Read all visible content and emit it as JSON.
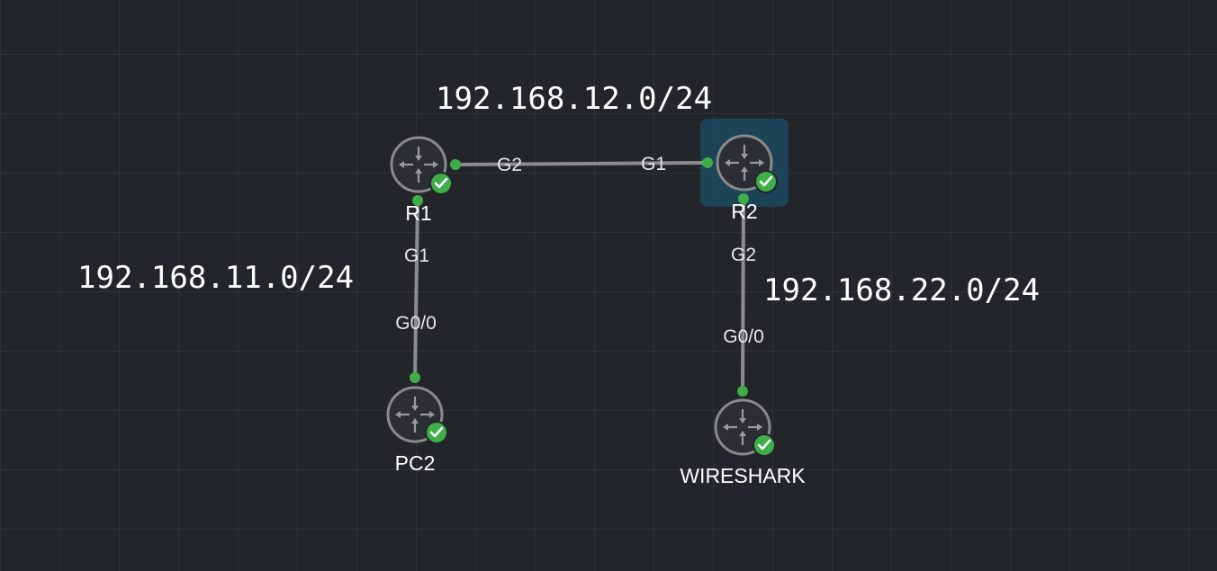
{
  "subnets": [
    {
      "id": "s12",
      "label": "192.168.12.0/24"
    },
    {
      "id": "s11",
      "label": "192.168.11.0/24"
    },
    {
      "id": "s22",
      "label": "192.168.22.0/24"
    }
  ],
  "nodes": [
    {
      "id": "r1",
      "label": "R1",
      "status": "running",
      "selected": false
    },
    {
      "id": "r2",
      "label": "R2",
      "status": "running",
      "selected": true
    },
    {
      "id": "pc2",
      "label": "PC2",
      "status": "running",
      "selected": false
    },
    {
      "id": "wireshark",
      "label": "WIRESHARK",
      "status": "running",
      "selected": false
    }
  ],
  "links": [
    {
      "id": "r1-r2",
      "from_if": "G2",
      "to_if": "G1"
    },
    {
      "id": "r1-pc2",
      "from_if": "G1",
      "to_if": "G0/0"
    },
    {
      "id": "r2-ws",
      "from_if": "G2",
      "to_if": "G0/0"
    }
  ],
  "colors": {
    "background": "#22252a",
    "link": "#8c8c8c",
    "port": "#3fae49",
    "status_ok": "#3fae49",
    "selection": "#1c4a5e",
    "node_ring": "#8a8a8a",
    "node_fill": "#2b2e33"
  },
  "icons": {
    "router": "router-icon",
    "status": "checkmark-icon"
  }
}
